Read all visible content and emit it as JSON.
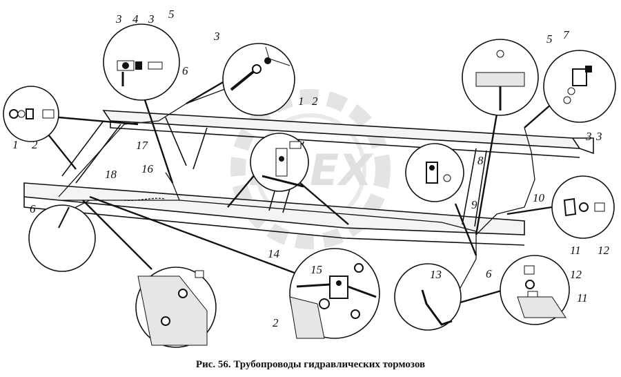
{
  "caption": "Рис. 56. Трубопроводы гидравлических тормозов",
  "watermark": "EPEX",
  "callouts": {
    "c_3a": "3",
    "c_4": "4",
    "c_3b": "3",
    "c_5a": "5",
    "c_3c": "3",
    "c_6a": "6",
    "c_1a": "1",
    "c_2a": "2",
    "c_17": "17",
    "c_1b": "1",
    "c_2b": "2",
    "c_18": "18",
    "c_16": "16",
    "c_6b": "6",
    "c_14": "14",
    "c_15": "15",
    "c_2c": "2",
    "c_5b": "5",
    "c_7": "7",
    "c_3d": "3",
    "c_3e": "3",
    "c_8": "8",
    "c_9": "9",
    "c_10": "10",
    "c_11a": "11",
    "c_12a": "12",
    "c_13": "13",
    "c_6c": "6",
    "c_12b": "12",
    "c_11b": "11"
  },
  "colors": {
    "ink": "#111111",
    "watermark": "#c8c8c8",
    "background": "#ffffff"
  }
}
